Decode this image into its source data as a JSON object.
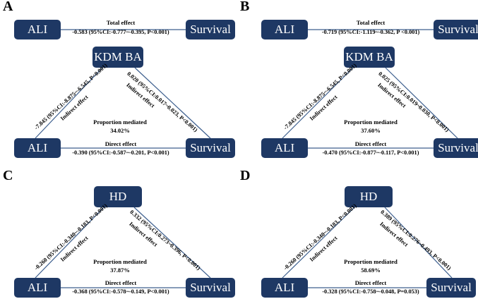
{
  "panels": [
    {
      "label": "A",
      "exposure": "ALI",
      "outcome": "Survival",
      "mediator": "KDM BA",
      "total_label": "Total effect",
      "total_value": "-0.583 (95%CI:-0.777~-0.395, P<0.001)",
      "path_a": "-7.845 (95%CI:-8.875~-6.545, P<0.001)",
      "path_b": "0.020 (95%CI:0.017~0.023, P<0.001)",
      "indirect_label": "Indirect effect",
      "pm_label": "Proportion mediated",
      "pm_value": "34.02%",
      "direct_label": "Direct effect",
      "direct_value": "-0.390 (95%CI:-0.587~-0.201, P<0.001)"
    },
    {
      "label": "B",
      "exposure": "ALI",
      "outcome": "Survival",
      "mediator": "KDM BA",
      "total_label": "Total effect",
      "total_value": "-0.719 (95%CI:-1.119~-0.362, P <0.001)",
      "path_a": "-7.845 (95%CI:-8.875~-6.545, P<0.001)",
      "path_b": "0.025 (95%CI:0.019~0.030, P<0.001)",
      "indirect_label": "Indirect effect",
      "pm_label": "Proportion mediated",
      "pm_value": "37.60%",
      "direct_label": "Direct effect",
      "direct_value": "-0.470 (95%CI:-0.877~-0.117, P<0.001)"
    },
    {
      "label": "C",
      "exposure": "ALI",
      "outcome": "Survival",
      "mediator": "HD",
      "total_label": "",
      "total_value": "",
      "path_a": "-0.260 (95%CI:-0.340~-0.183, P<0.001)",
      "path_b": "0.332 (95%CI:0.273~0.396, P<0.001)",
      "indirect_label": "Indirect effect",
      "pm_label": "Proportion mediated",
      "pm_value": "37.87%",
      "direct_label": "Direct effect",
      "direct_value": "-0.368 (95%CI:-0.578~-0.149, P<0.001)"
    },
    {
      "label": "D",
      "exposure": "ALI",
      "outcome": "Survival",
      "mediator": "HD",
      "total_label": "",
      "total_value": "",
      "path_a": "-0.260 (95%CI:-0.340~-0.183, P<0.001)",
      "path_b": "0.389 (95%CI:0.276~0.493, P<0.001)",
      "indirect_label": "Indirect effect",
      "pm_label": "Proportion mediated",
      "pm_value": "58.69%",
      "direct_label": "Direct effect",
      "direct_value": "-0.328 (95%CI:-0.758~-0.048, P=0.053)"
    }
  ],
  "colors": {
    "box": "#1e3864",
    "line": "#3d5f8e"
  }
}
